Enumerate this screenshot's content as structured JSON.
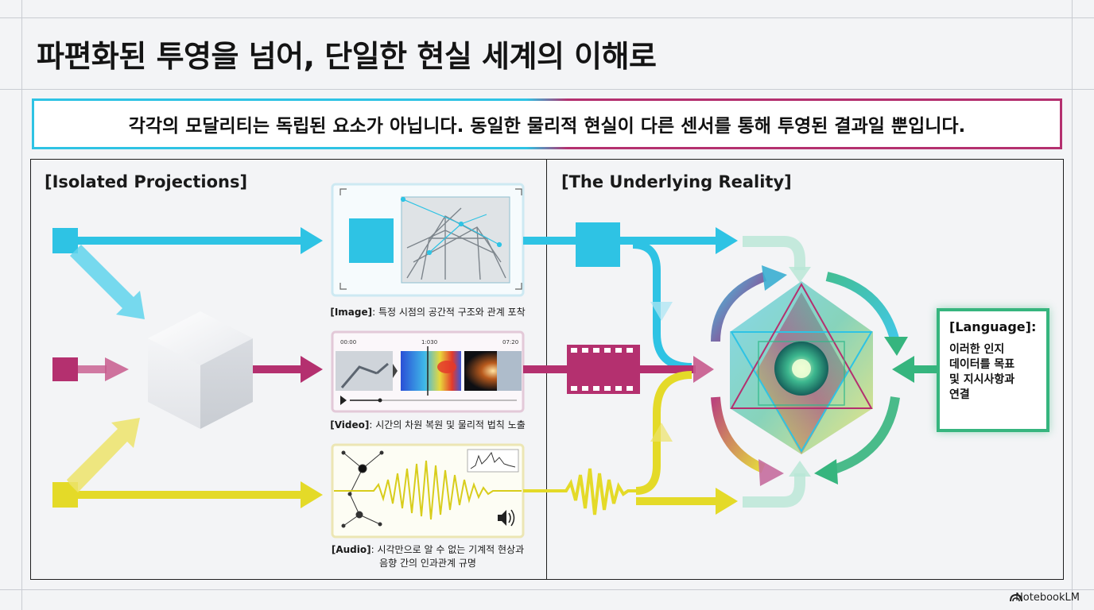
{
  "title": "파편화된 투영을 넘어, 단일한 현실 세계의 이해로",
  "banner": "각각의 모달리티는 독립된 요소가 아닙니다. 동일한 물리적 현실이 다른 센서를 통해 투영된 결과일 뿐입니다.",
  "left_panel": {
    "title": "[Isolated Projections]"
  },
  "right_panel": {
    "title": "[The Underlying Reality]"
  },
  "image_card": {
    "label": "[Image]",
    "caption": ": 특정 시점의 공간적 구조와 관계 포착"
  },
  "video_card": {
    "label": "[Video]",
    "caption": ": 시간의 차원 복원 및 물리적 법칙 노출",
    "time_start": "00:00",
    "time_mid": "1:030",
    "time_end": "07:20"
  },
  "audio_card": {
    "label": "[Audio]",
    "caption_line1": ": 시각만으로 알 수 없는 기계적 현상과",
    "caption_line2": "음향 간의 인과관계 규명"
  },
  "language_box": {
    "title": "[Language]:",
    "body_line1": "이러한 인지",
    "body_line2": "데이터를 목표",
    "body_line3": "및 지시사항과",
    "body_line4": "연결"
  },
  "brand": "NotebookLM",
  "colors": {
    "cyan": "#2ec3e4",
    "magenta": "#b4306f",
    "yellow": "#e4da28",
    "green": "#36b57e"
  },
  "icons": [
    "speaker-icon",
    "play-icon",
    "notebooklm-logo-icon"
  ]
}
